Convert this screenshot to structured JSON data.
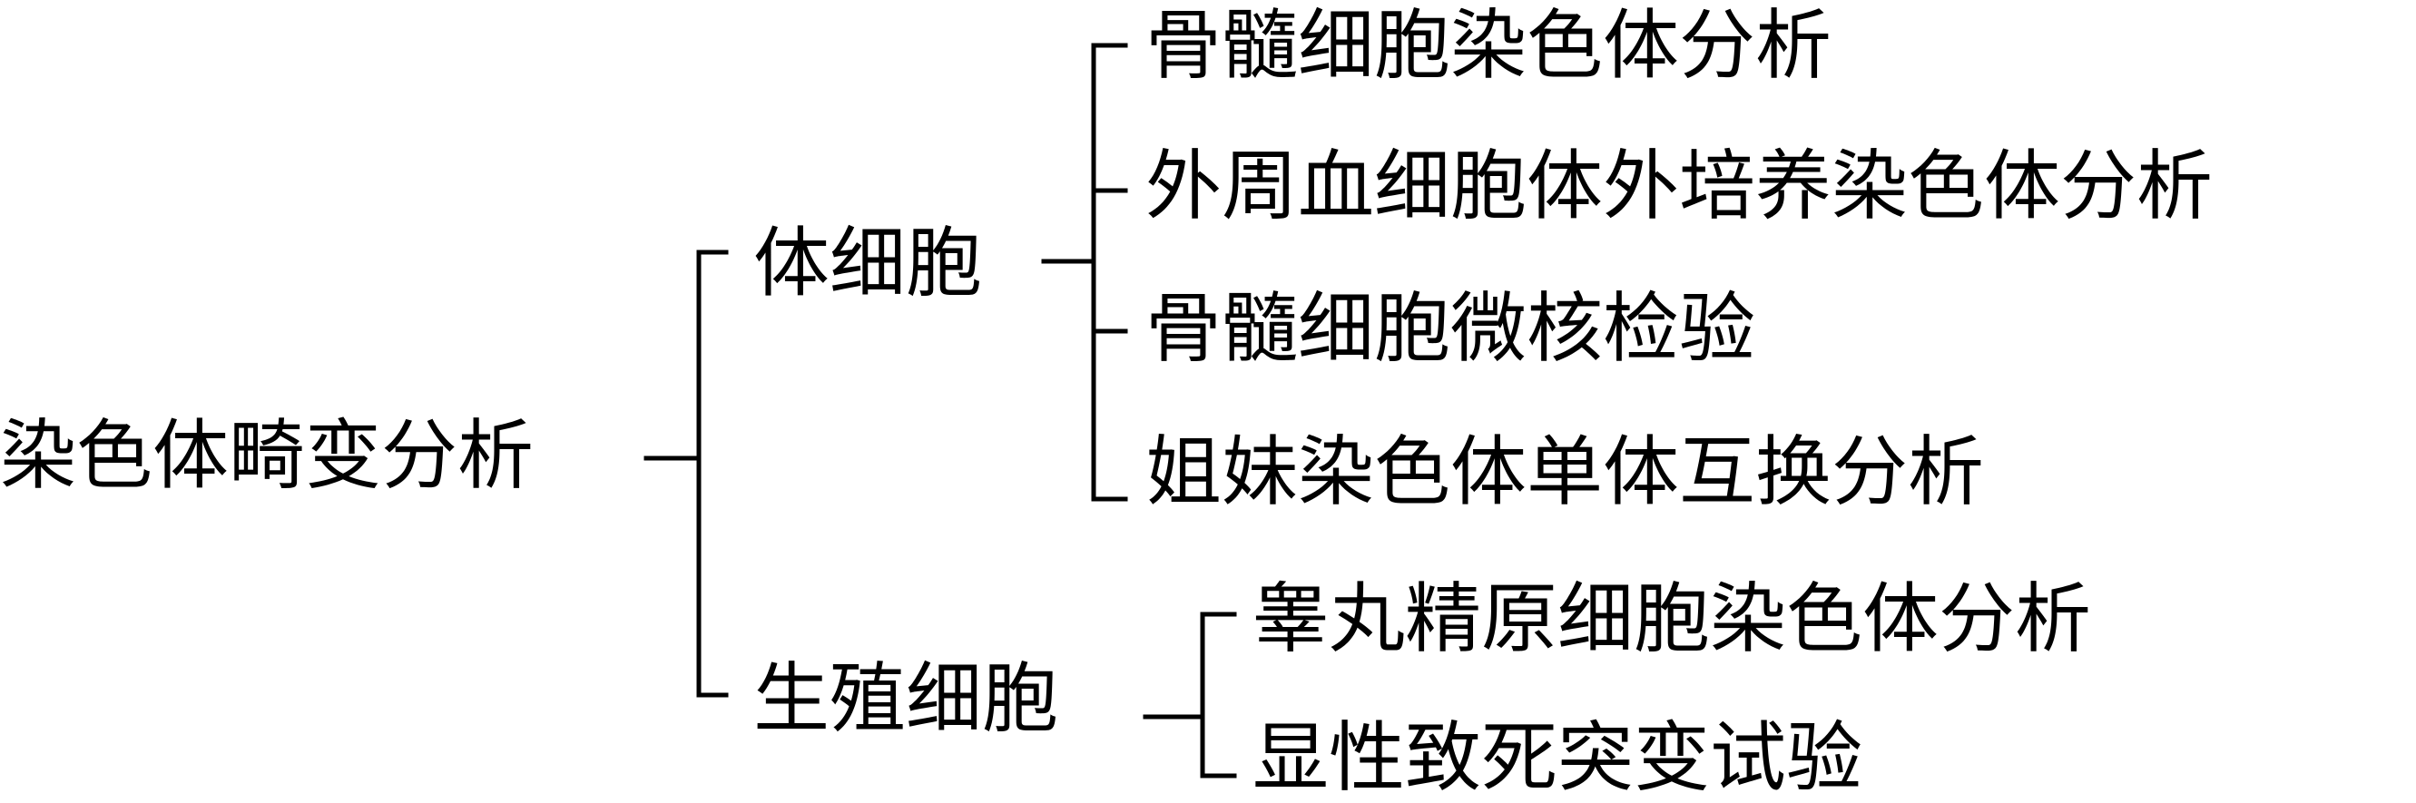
{
  "root": {
    "label": "染色体畸变分析"
  },
  "branches": [
    {
      "label": "体细胞",
      "children": [
        "骨髓细胞染色体分析",
        "外周血细胞体外培养染色体分析",
        "骨髓细胞微核检验",
        "姐妹染色体单体互换分析"
      ]
    },
    {
      "label": "生殖细胞",
      "children": [
        "睾丸精原细胞染色体分析",
        "显性致死突变试验"
      ]
    }
  ],
  "colors": {
    "line": "#000000",
    "text": "#000000",
    "background": "#ffffff"
  }
}
